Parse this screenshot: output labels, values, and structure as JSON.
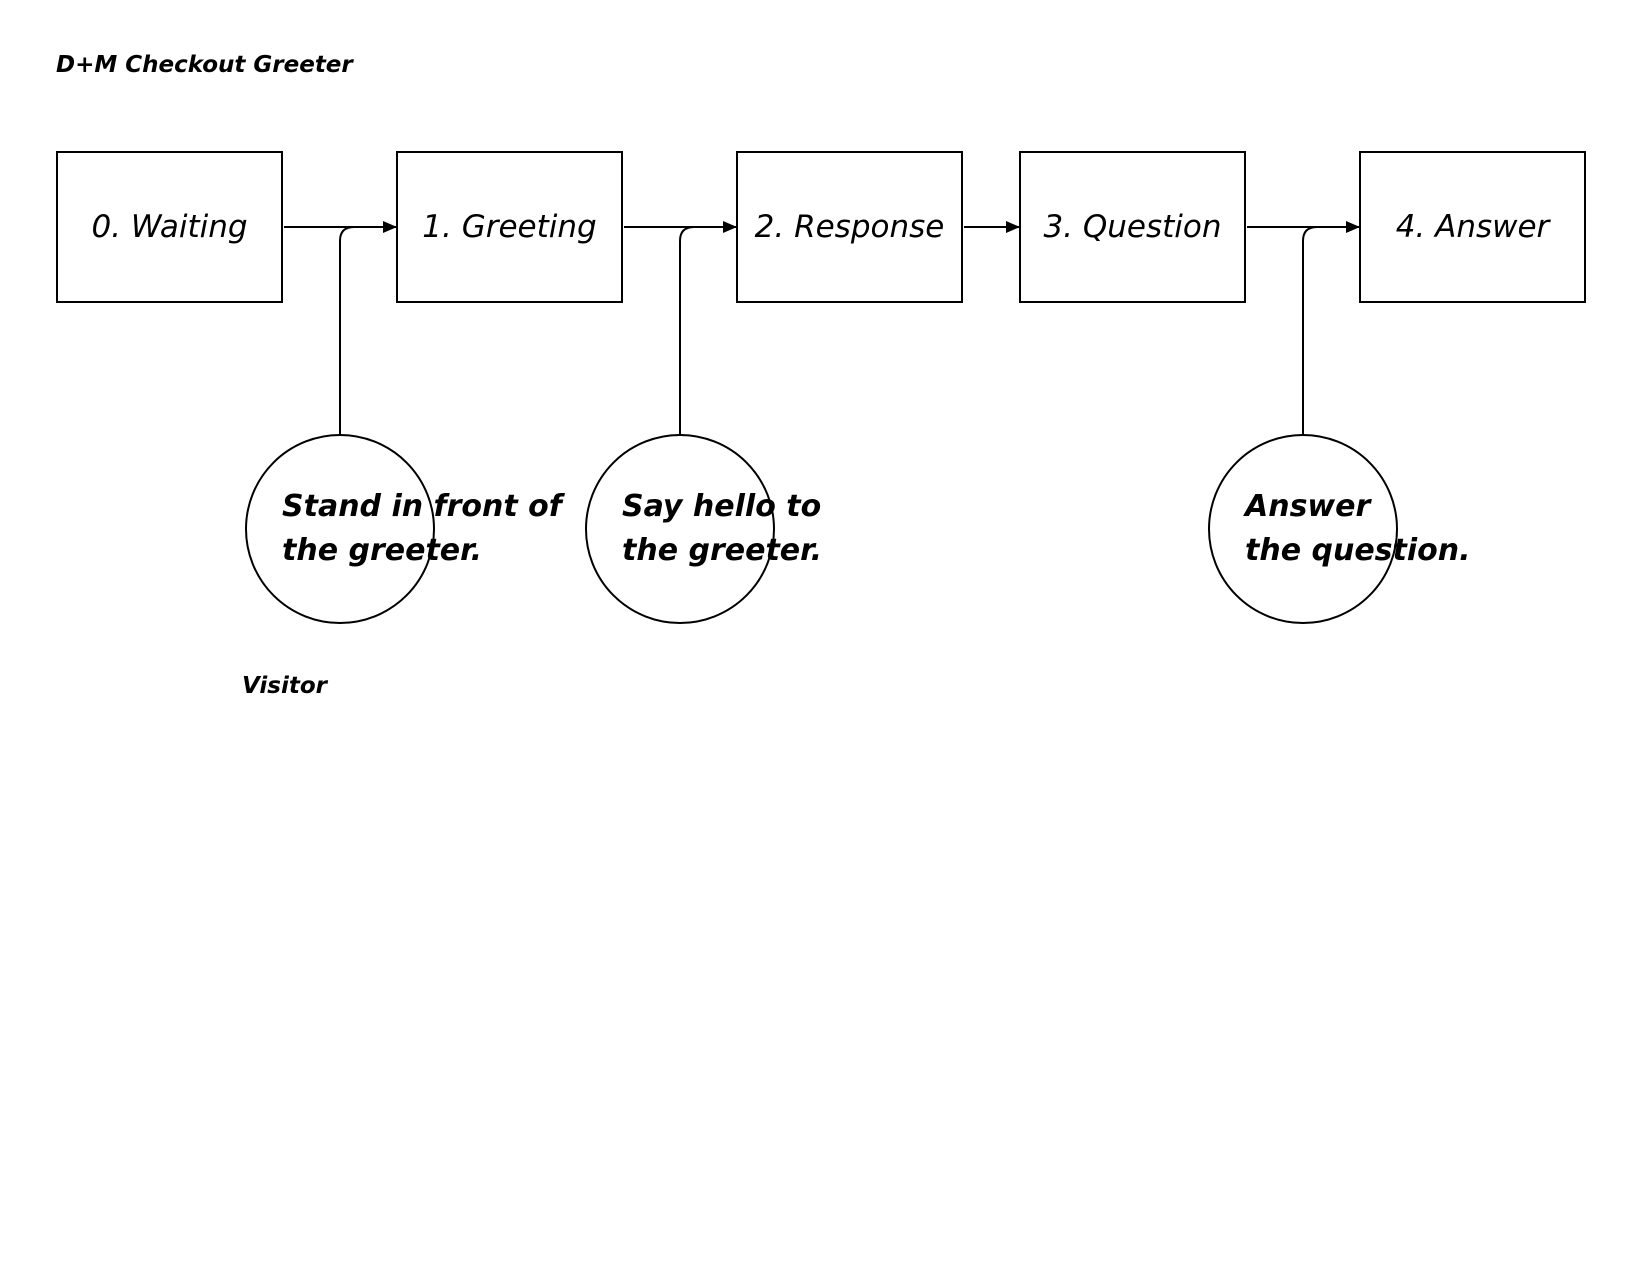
{
  "title": "D+M Checkout Greeter",
  "lane_label": "Visitor",
  "states": [
    {
      "label": "0. Waiting"
    },
    {
      "label": "1. Greeting"
    },
    {
      "label": "2. Response"
    },
    {
      "label": "3. Question"
    },
    {
      "label": "4. Answer"
    }
  ],
  "actions": [
    {
      "line1": "Stand in front of",
      "line2": "the greeter.",
      "trigger": "0→1"
    },
    {
      "line1": "Say hello to",
      "line2": "the greeter.",
      "trigger": "1→2"
    },
    {
      "line1": "Answer",
      "line2": "the question.",
      "trigger": "3→4"
    }
  ],
  "colors": {
    "stroke": "#000000",
    "background": "#ffffff"
  }
}
